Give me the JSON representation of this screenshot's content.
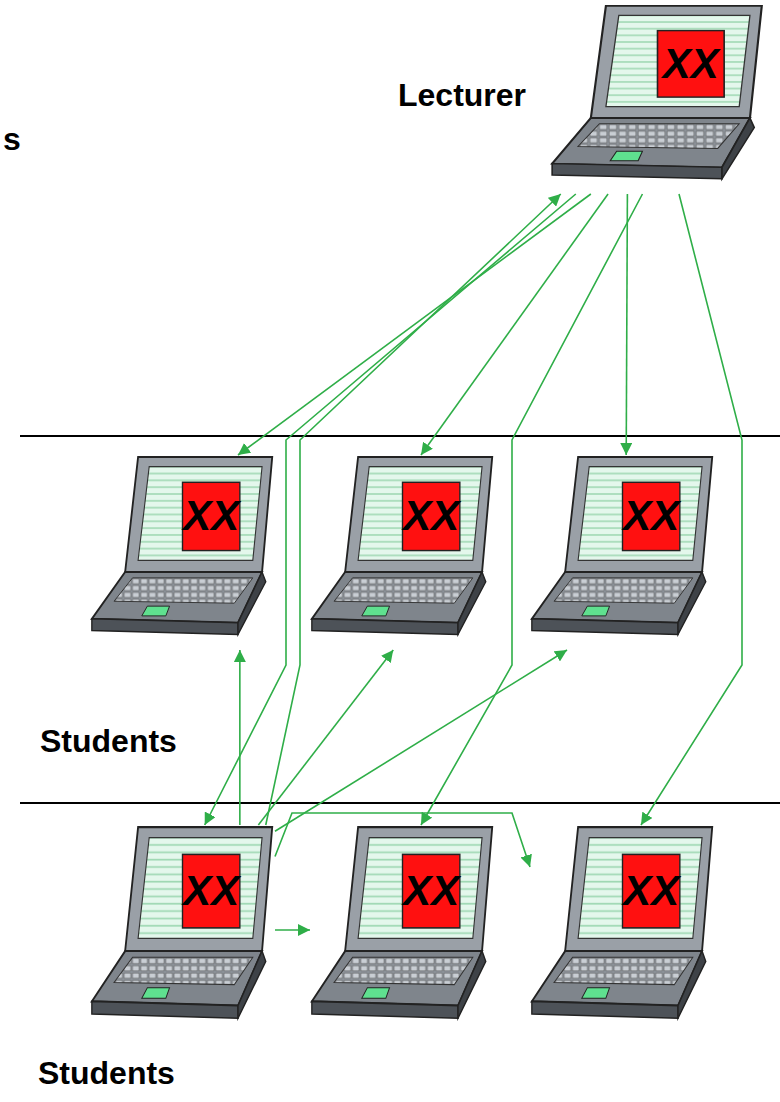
{
  "diagram": {
    "nodes": [
      {
        "text": [
          "XX"
        ]
      },
      {
        "text": [
          "XX"
        ]
      },
      {
        "text": [
          "XX"
        ]
      },
      {
        "text": [
          "XX"
        ]
      },
      {
        "text": [
          "XX"
        ]
      },
      {
        "text": [
          "XX"
        ]
      },
      {
        "text": [
          "XX"
        ]
      }
    ],
    "edges": [
      {
        "from": 0,
        "to": 1,
        "arrow": "to"
      },
      {
        "from": 0,
        "to": 2,
        "arrow": "to"
      },
      {
        "from": 0,
        "to": 3,
        "arrow": "to"
      },
      {
        "from": 0,
        "to": 4,
        "arrow": "to"
      },
      {
        "from": 0,
        "to": 5,
        "arrow": "to"
      },
      {
        "from": 0,
        "to": 6,
        "arrow": "to"
      },
      {
        "from": 4,
        "to": 0,
        "arrow": "to"
      },
      {
        "from": 4,
        "to": 1,
        "arrow": "to"
      },
      {
        "from": 4,
        "to": 2,
        "arrow": "to"
      },
      {
        "from": 4,
        "to": 3,
        "arrow": "to"
      },
      {
        "from": 4,
        "to": 5,
        "arrow": "to"
      },
      {
        "from": 4,
        "to": 6,
        "arrow": "to"
      }
    ],
    "labels": [
      "s",
      "Lecturer",
      "Students",
      "Students"
    ]
  }
}
